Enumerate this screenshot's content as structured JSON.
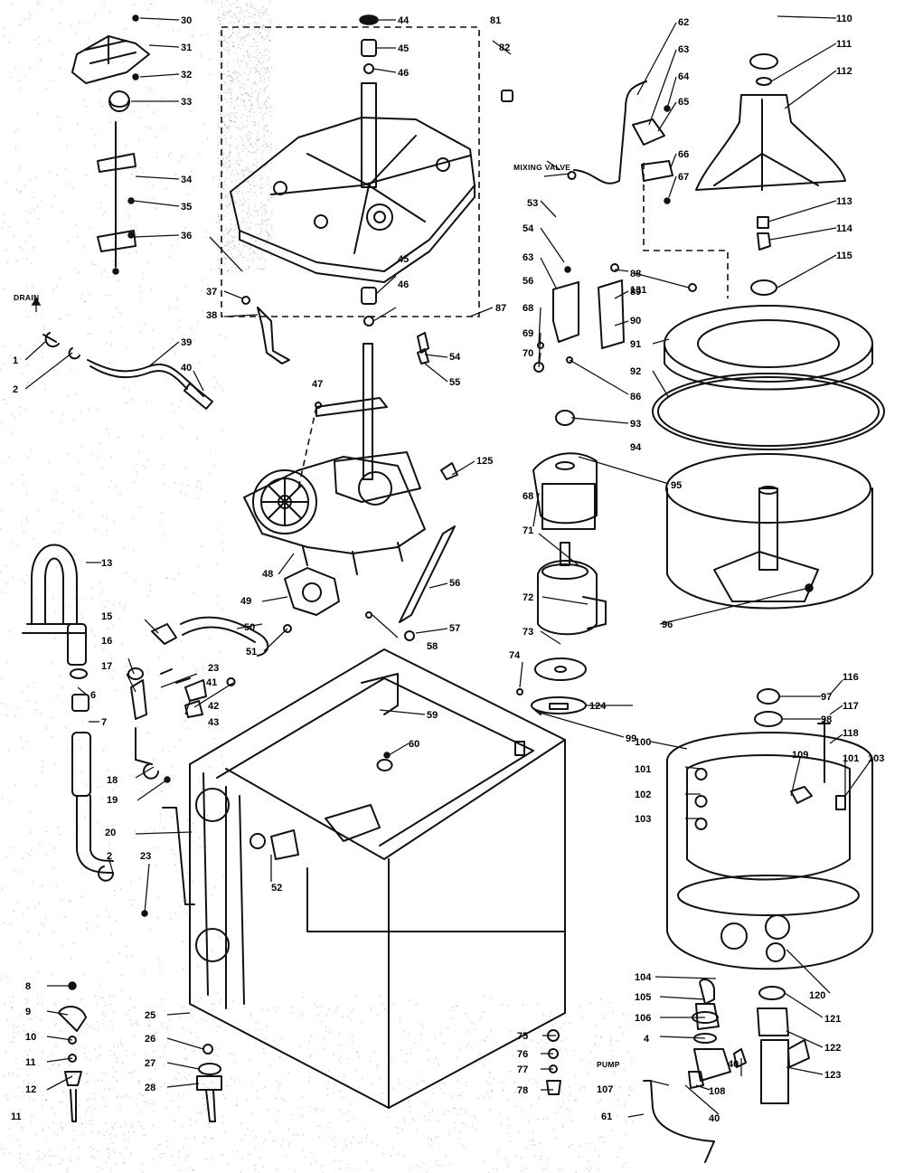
{
  "notes": {
    "drain": "DRAIN",
    "mixing_valve": "MIXING VALVE",
    "pump": "PUMP"
  },
  "callouts": [
    {
      "id": "c30",
      "text": "30"
    },
    {
      "id": "c31",
      "text": "31"
    },
    {
      "id": "c32",
      "text": "32"
    },
    {
      "id": "c33",
      "text": "33"
    },
    {
      "id": "c34",
      "text": "34"
    },
    {
      "id": "c35",
      "text": "35"
    },
    {
      "id": "c36",
      "text": "36"
    },
    {
      "id": "c37",
      "text": "37"
    },
    {
      "id": "c38",
      "text": "38"
    },
    {
      "id": "c39",
      "text": "39"
    },
    {
      "id": "c40a",
      "text": "40"
    },
    {
      "id": "c1",
      "text": "1"
    },
    {
      "id": "c2a",
      "text": "2"
    },
    {
      "id": "c44",
      "text": "44"
    },
    {
      "id": "c45a",
      "text": "45"
    },
    {
      "id": "c46a",
      "text": "46"
    },
    {
      "id": "c45b",
      "text": "45"
    },
    {
      "id": "c46b",
      "text": "46"
    },
    {
      "id": "c81",
      "text": "81"
    },
    {
      "id": "c82",
      "text": "82"
    },
    {
      "id": "c87",
      "text": "87"
    },
    {
      "id": "c54a",
      "text": "54"
    },
    {
      "id": "c55",
      "text": "55"
    },
    {
      "id": "c47",
      "text": "47"
    },
    {
      "id": "c125",
      "text": "125"
    },
    {
      "id": "c48",
      "text": "48"
    },
    {
      "id": "c49",
      "text": "49"
    },
    {
      "id": "c50",
      "text": "50"
    },
    {
      "id": "c51",
      "text": "51"
    },
    {
      "id": "c56",
      "text": "56"
    },
    {
      "id": "c57",
      "text": "57"
    },
    {
      "id": "c58",
      "text": "58"
    },
    {
      "id": "c13",
      "text": "13"
    },
    {
      "id": "c15",
      "text": "15"
    },
    {
      "id": "c16",
      "text": "16"
    },
    {
      "id": "c17",
      "text": "17"
    },
    {
      "id": "c23a",
      "text": "23"
    },
    {
      "id": "c41",
      "text": "41"
    },
    {
      "id": "c42",
      "text": "42"
    },
    {
      "id": "c43",
      "text": "43"
    },
    {
      "id": "c6",
      "text": "6"
    },
    {
      "id": "c7",
      "text": "7"
    },
    {
      "id": "c18",
      "text": "18"
    },
    {
      "id": "c19",
      "text": "19"
    },
    {
      "id": "c20",
      "text": "20"
    },
    {
      "id": "c2b",
      "text": "2"
    },
    {
      "id": "c23b",
      "text": "23"
    },
    {
      "id": "c52",
      "text": "52"
    },
    {
      "id": "c59",
      "text": "59"
    },
    {
      "id": "c60",
      "text": "60"
    },
    {
      "id": "c8",
      "text": "8"
    },
    {
      "id": "c9",
      "text": "9"
    },
    {
      "id": "c10",
      "text": "10"
    },
    {
      "id": "c11a",
      "text": "11"
    },
    {
      "id": "c12",
      "text": "12"
    },
    {
      "id": "c11b",
      "text": "11"
    },
    {
      "id": "c25",
      "text": "25"
    },
    {
      "id": "c26",
      "text": "26"
    },
    {
      "id": "c27",
      "text": "27"
    },
    {
      "id": "c28",
      "text": "28"
    },
    {
      "id": "c75",
      "text": "75"
    },
    {
      "id": "c76",
      "text": "76"
    },
    {
      "id": "c77",
      "text": "77"
    },
    {
      "id": "c78",
      "text": "78"
    },
    {
      "id": "c62",
      "text": "62"
    },
    {
      "id": "c63",
      "text": "63"
    },
    {
      "id": "c64",
      "text": "64"
    },
    {
      "id": "c65",
      "text": "65"
    },
    {
      "id": "c66",
      "text": "66"
    },
    {
      "id": "c67",
      "text": "67"
    },
    {
      "id": "c53",
      "text": "53"
    },
    {
      "id": "c54b",
      "text": "54"
    },
    {
      "id": "c63b",
      "text": "63"
    },
    {
      "id": "c56b",
      "text": "56"
    },
    {
      "id": "c68",
      "text": "68"
    },
    {
      "id": "c69",
      "text": "69"
    },
    {
      "id": "c70",
      "text": "70"
    },
    {
      "id": "c88",
      "text": "88"
    },
    {
      "id": "c131",
      "text": "131"
    },
    {
      "id": "c89",
      "text": "89"
    },
    {
      "id": "c90",
      "text": "90"
    },
    {
      "id": "c91",
      "text": "91"
    },
    {
      "id": "c92",
      "text": "92"
    },
    {
      "id": "c86",
      "text": "86"
    },
    {
      "id": "c93",
      "text": "93"
    },
    {
      "id": "c94",
      "text": "94"
    },
    {
      "id": "c95",
      "text": "95"
    },
    {
      "id": "c68b",
      "text": "68"
    },
    {
      "id": "c71",
      "text": "71"
    },
    {
      "id": "c72",
      "text": "72"
    },
    {
      "id": "c73",
      "text": "73"
    },
    {
      "id": "c74",
      "text": "74"
    },
    {
      "id": "c124",
      "text": "124"
    },
    {
      "id": "c99",
      "text": "99"
    },
    {
      "id": "c96",
      "text": "96"
    },
    {
      "id": "c97",
      "text": "97"
    },
    {
      "id": "c98",
      "text": "98"
    },
    {
      "id": "c100",
      "text": "100"
    },
    {
      "id": "c101a",
      "text": "101"
    },
    {
      "id": "c102",
      "text": "102"
    },
    {
      "id": "c103a",
      "text": "103"
    },
    {
      "id": "c109",
      "text": "109"
    },
    {
      "id": "c116",
      "text": "116"
    },
    {
      "id": "c117",
      "text": "117"
    },
    {
      "id": "c118",
      "text": "118"
    },
    {
      "id": "c101b",
      "text": "101"
    },
    {
      "id": "c103b",
      "text": "103"
    },
    {
      "id": "c110",
      "text": "110"
    },
    {
      "id": "c111",
      "text": "111"
    },
    {
      "id": "c112",
      "text": "112"
    },
    {
      "id": "c113",
      "text": "113"
    },
    {
      "id": "c114",
      "text": "114"
    },
    {
      "id": "c115",
      "text": "115"
    },
    {
      "id": "c120",
      "text": "120"
    },
    {
      "id": "c104",
      "text": "104"
    },
    {
      "id": "c105",
      "text": "105"
    },
    {
      "id": "c106",
      "text": "106"
    },
    {
      "id": "c4",
      "text": "4"
    },
    {
      "id": "c121",
      "text": "121"
    },
    {
      "id": "c122",
      "text": "122"
    },
    {
      "id": "c123",
      "text": "123"
    },
    {
      "id": "c40b",
      "text": "40"
    },
    {
      "id": "c107",
      "text": "107"
    },
    {
      "id": "c108",
      "text": "108"
    },
    {
      "id": "c40c",
      "text": "40"
    },
    {
      "id": "c61",
      "text": "61"
    }
  ]
}
